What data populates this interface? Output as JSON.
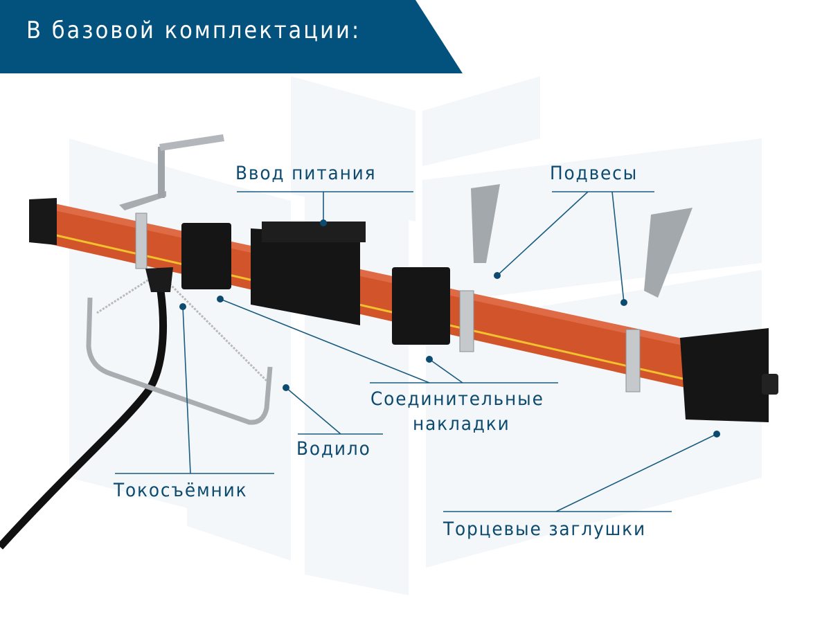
{
  "header": {
    "title": "В базовой комплектации:",
    "background_color": "#03527d"
  },
  "colors": {
    "label_text": "#0d4a70",
    "leader_line": "#1a5b80",
    "rail_orange": "#d2542a",
    "rail_stripe": "#f2c12e",
    "housing_black": "#151515",
    "bracket_steel": "#a8acb0",
    "bg_shape": "#f3f7fa"
  },
  "callouts": [
    {
      "id": "power-feed",
      "label": "Ввод питания"
    },
    {
      "id": "hangers",
      "label": "Подвесы"
    },
    {
      "id": "connector-covers",
      "label_line1": "Соединительные",
      "label_line2": "накладки"
    },
    {
      "id": "tow-arm",
      "label": "Водило"
    },
    {
      "id": "current-collector",
      "label": "Токосъёмник"
    },
    {
      "id": "end-caps",
      "label": "Торцевые заглушки"
    }
  ]
}
